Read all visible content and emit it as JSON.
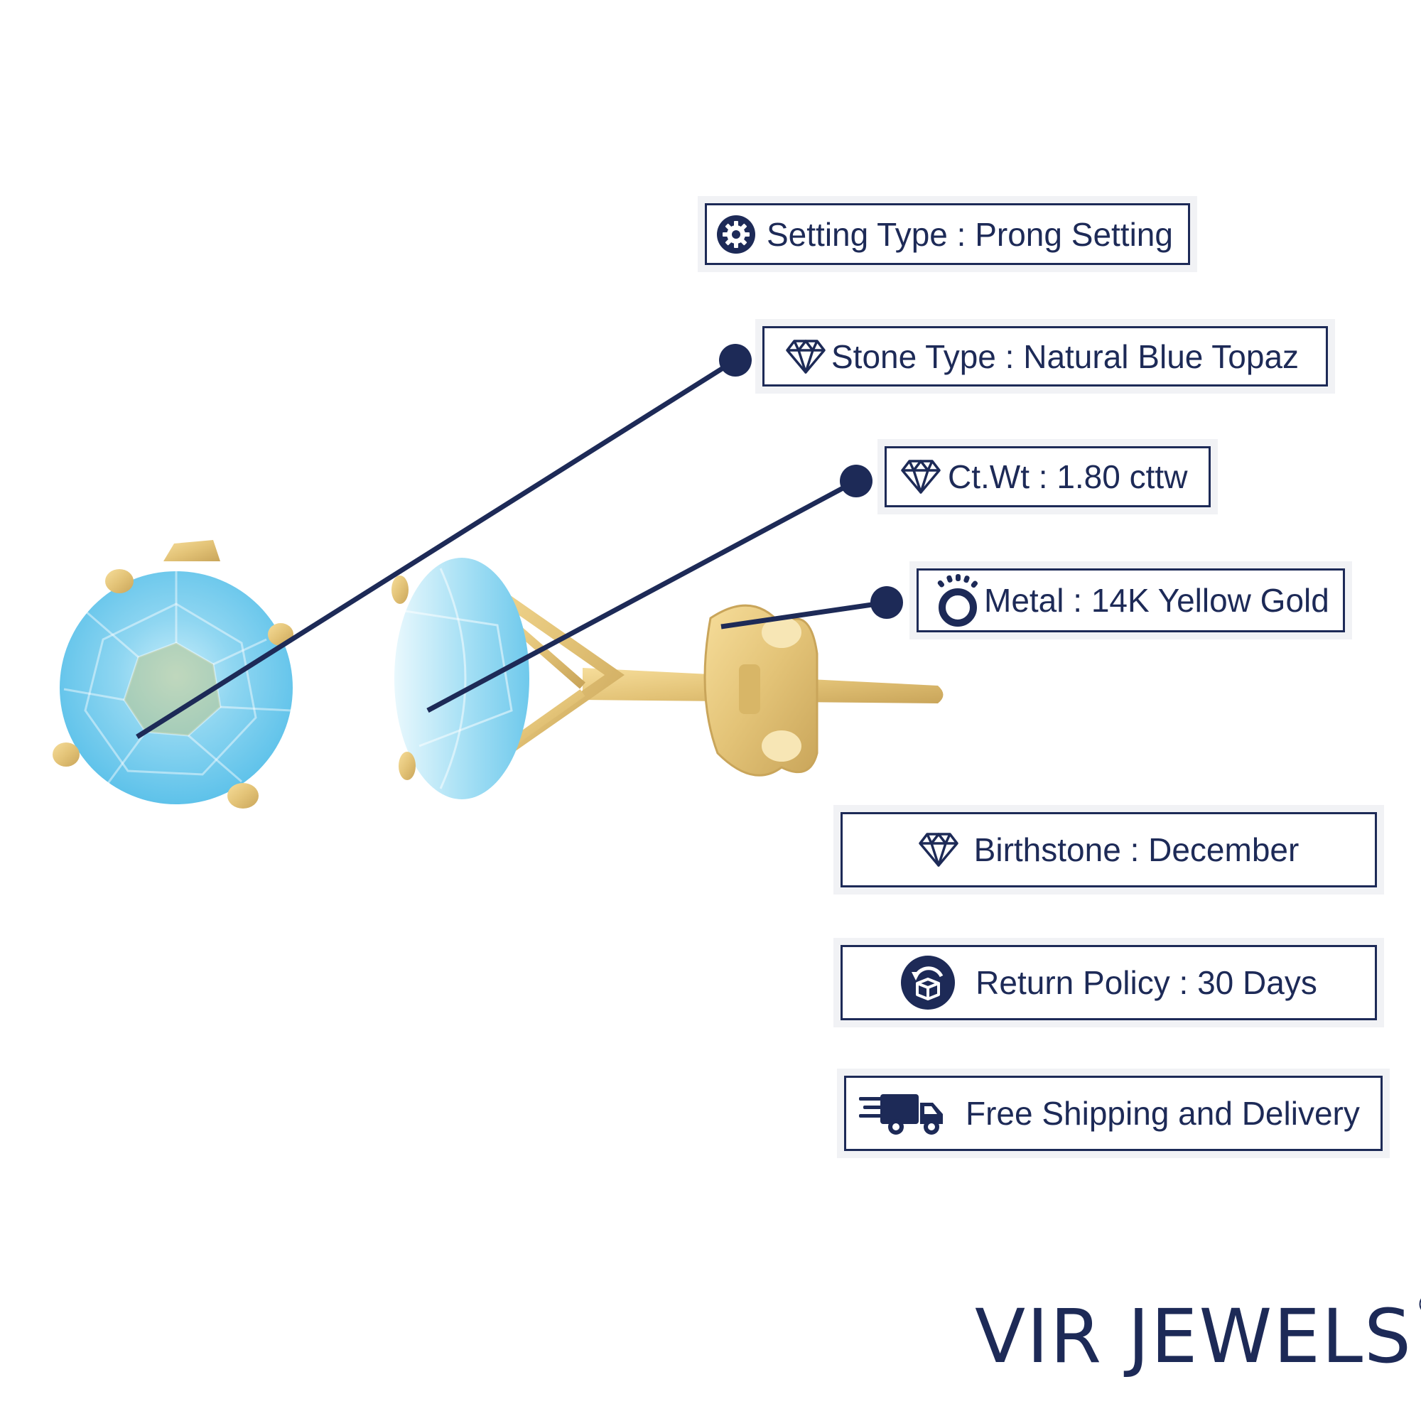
{
  "specs": {
    "setting_type": {
      "text": "Setting Type : Prong Setting",
      "icon": "gear-icon"
    },
    "stone_type": {
      "text": "Stone Type : Natural Blue Topaz",
      "icon": "diamond-icon"
    },
    "ct_wt": {
      "text": "Ct.Wt : 1.80 cttw",
      "icon": "diamond-icon"
    },
    "metal": {
      "text": "Metal : 14K Yellow Gold",
      "icon": "ring-icon"
    },
    "birthstone": {
      "text": "Birthstone : December",
      "icon": "diamond-icon"
    },
    "return_policy": {
      "text": "Return Policy : 30 Days",
      "icon": "return-box-icon"
    },
    "shipping": {
      "text": "Free Shipping and Delivery",
      "icon": "delivery-truck-icon"
    }
  },
  "brand": {
    "name": "VIR JEWELS",
    "registered_mark": "®"
  },
  "colors": {
    "navy": "#1d2a57",
    "gold": "#e3c377",
    "topaz": "#8fd3ee",
    "frame_shadow": "#f1f2f5",
    "background": "#ffffff"
  }
}
